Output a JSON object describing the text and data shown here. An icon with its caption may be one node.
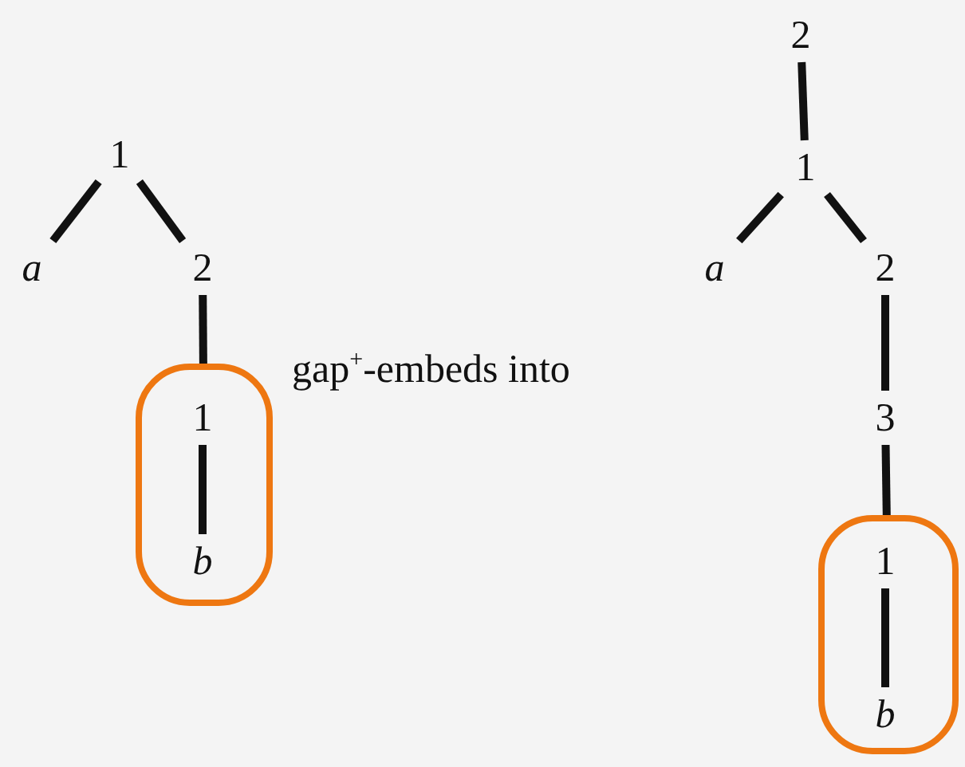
{
  "diagram": {
    "nodes": [
      {
        "text": [
          "1"
        ]
      },
      {
        "text": [
          "a"
        ]
      },
      {
        "text": [
          "2"
        ]
      },
      {
        "text": [],
        "shape": "box"
      },
      {
        "text": [
          "1"
        ],
        "in": 3
      },
      {
        "text": [
          "b"
        ],
        "in": 3
      },
      {
        "text": [
          "2"
        ]
      },
      {
        "text": [
          "1"
        ]
      },
      {
        "text": [
          "a"
        ]
      },
      {
        "text": [
          "2"
        ]
      },
      {
        "text": [
          "3"
        ]
      },
      {
        "text": [],
        "shape": "box"
      },
      {
        "text": [
          "1"
        ],
        "in": 11
      },
      {
        "text": [
          "b"
        ],
        "in": 11
      }
    ],
    "edges": [
      {
        "from": 0,
        "to": 1,
        "arrow": "none"
      },
      {
        "from": 0,
        "to": 2,
        "arrow": "none"
      },
      {
        "from": 2,
        "to": 3,
        "arrow": "none"
      },
      {
        "from": 4,
        "to": 5,
        "arrow": "none"
      },
      {
        "from": 6,
        "to": 7,
        "arrow": "none"
      },
      {
        "from": 7,
        "to": 8,
        "arrow": "none"
      },
      {
        "from": 7,
        "to": 9,
        "arrow": "none"
      },
      {
        "from": 9,
        "to": 10,
        "arrow": "none"
      },
      {
        "from": 10,
        "to": 11,
        "arrow": "none"
      },
      {
        "from": 12,
        "to": 13,
        "arrow": "none"
      }
    ],
    "labels": [
      "gap$^{+}$-embeds into"
    ]
  }
}
